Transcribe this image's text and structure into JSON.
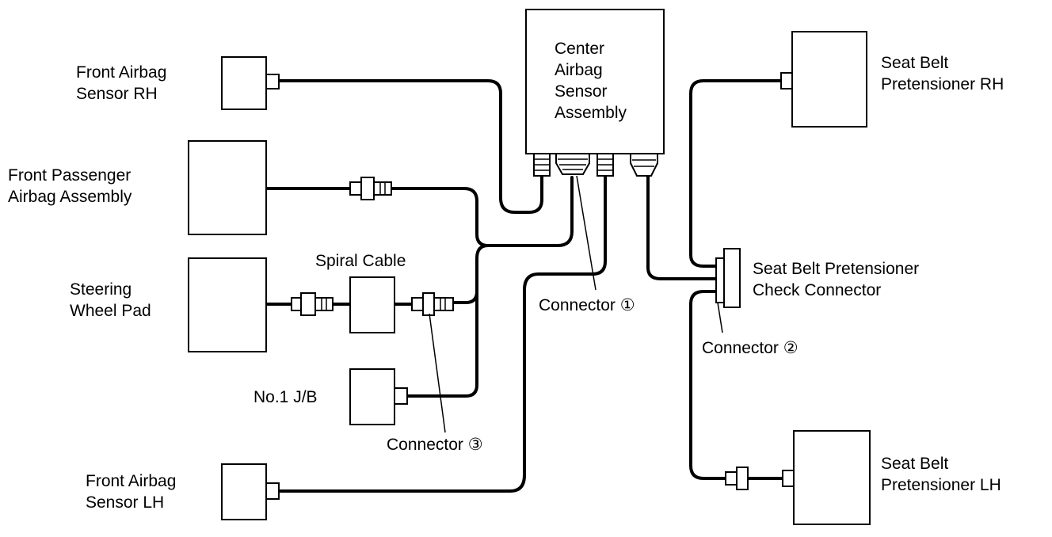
{
  "labels": {
    "center_airbag_sensor": [
      "Center",
      "Airbag",
      "Sensor",
      "Assembly"
    ],
    "front_airbag_sensor_rh": [
      "Front Airbag",
      "Sensor RH"
    ],
    "front_passenger_airbag": [
      "Front Passenger",
      "Airbag Assembly"
    ],
    "steering_wheel_pad": [
      "Steering",
      "Wheel Pad"
    ],
    "spiral_cable": "Spiral Cable",
    "no1_jb": "No.1 J/B",
    "connector_3": "Connector ③",
    "connector_1": "Connector ①",
    "front_airbag_sensor_lh": [
      "Front Airbag",
      "Sensor LH"
    ],
    "seat_belt_pretensioner_rh": [
      "Seat Belt",
      "Pretensioner RH"
    ],
    "seat_belt_check_connector": [
      "Seat Belt Pretensioner",
      "Check Connector"
    ],
    "connector_2": "Connector ②",
    "seat_belt_pretensioner_lh": [
      "Seat Belt",
      "Pretensioner LH"
    ]
  }
}
